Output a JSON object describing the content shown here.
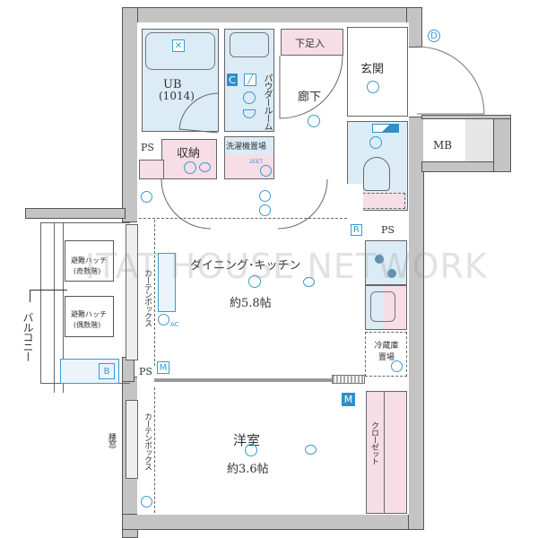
{
  "floorplan": {
    "rooms": {
      "unit_bath": {
        "name": "UB",
        "size": "(1014)"
      },
      "powder_room": "パウダールーム",
      "shoe_closet": "下足入",
      "hallway": "廊下",
      "entrance": "玄関",
      "meter_box": "MB",
      "storage": "収納",
      "washer_space": "洗濯機置場",
      "ps_top": "PS",
      "ps_right": "PS",
      "ps_left": "PS",
      "dining_kitchen": {
        "name": "ダイニング･キッチン",
        "area": "約5.8帖"
      },
      "western_room": {
        "name": "洋室",
        "area": "約3.6帖"
      },
      "closet": "クローゼット",
      "fridge_space": "冷蔵庫置場",
      "balcony": "バルコニー",
      "curtain_box_upper": "カーテンボックス",
      "curtain_box_lower": "カーテンボックス",
      "waist_window": "腰窓",
      "hatch_odd": {
        "line1": "避難ハッチ",
        "line2": "(奇数階)"
      },
      "hatch_even": {
        "line1": "避難ハッチ",
        "line2": "(偶数階)"
      }
    },
    "symbols": {
      "door_phone": "D",
      "cabinet_c": "C",
      "remote_r": "R",
      "meter_m_upper": "M",
      "meter_m_lower": "M",
      "outdoor_b": "B",
      "ac_label": "AC",
      "outlet_label": "2EET"
    },
    "watermark": "ITAT HOUSE NETWORK",
    "colors": {
      "wall": "#c4c4c4",
      "wet_area": "#dcecf6",
      "storage": "#f6dde6",
      "fixture": "#3a9ad0"
    }
  }
}
